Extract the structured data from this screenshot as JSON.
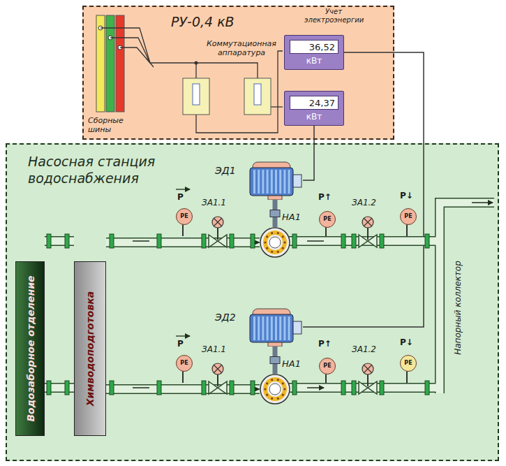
{
  "diagram": {
    "nodes": [
      {
        "text": [
          "РУ-0,4 кВ"
        ]
      },
      {
        "text": [
          "Учет электроэнергии",
          "36,52",
          "кВт"
        ],
        "in": 0
      },
      {
        "text": [
          "24,37",
          "кВт"
        ],
        "in": 0
      },
      {
        "text": [
          "Насосная станция водоснабжения"
        ]
      },
      {
        "text": [
          "Водозаборное отделение"
        ],
        "in": 3
      },
      {
        "text": [
          "Химводоподготовка"
        ],
        "in": 3
      },
      {
        "text": [
          "ЭД1"
        ],
        "in": 3
      },
      {
        "text": [
          "НА1"
        ],
        "in": 3
      },
      {
        "text": [
          "PE"
        ],
        "in": 3
      },
      {
        "text": [
          "PE"
        ],
        "in": 3
      },
      {
        "text": [
          "PE"
        ],
        "in": 3
      },
      {
        "text": [
          "ЭД2"
        ],
        "in": 3
      },
      {
        "text": [
          "НА1"
        ],
        "in": 3
      },
      {
        "text": [
          "PE"
        ],
        "in": 3
      },
      {
        "text": [
          "PE"
        ],
        "in": 3
      },
      {
        "text": [
          "PE"
        ],
        "in": 3
      }
    ],
    "edges": [
      {
        "from": 2,
        "to": 6,
        "arrow": "none"
      },
      {
        "from": 1,
        "to": 11,
        "arrow": "none"
      },
      {
        "from": 4,
        "to": 5,
        "arrow": "none"
      },
      {
        "from": 4,
        "to": 5,
        "arrow": "none"
      },
      {
        "from": 5,
        "to": 7,
        "arrow": "to"
      },
      {
        "from": 5,
        "to": 12,
        "arrow": "to"
      },
      {
        "from": 6,
        "to": 7,
        "arrow": "none"
      },
      {
        "from": 11,
        "to": 12,
        "arrow": "none"
      }
    ],
    "labels": [
      "Сборные шины",
      "Коммутационная аппаратура",
      "P",
      "ЗА1.1",
      "P↑",
      "ЗА1.2",
      "P↓",
      "P",
      "ЗА1.1",
      "P↑",
      "ЗА1.2",
      "P↓",
      "Напорный коллектор"
    ]
  }
}
